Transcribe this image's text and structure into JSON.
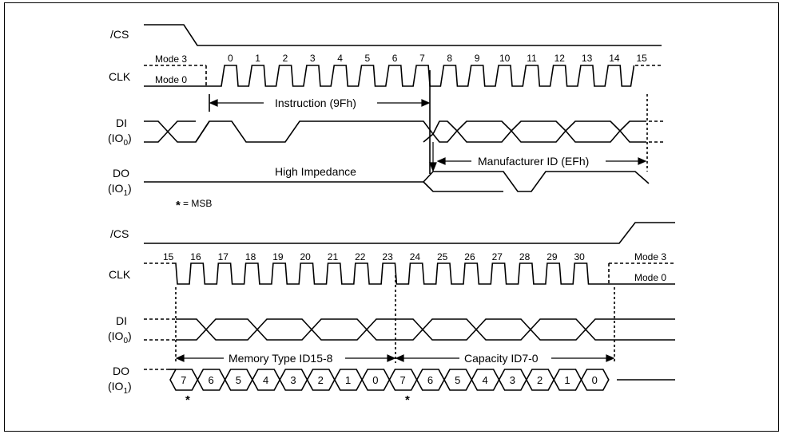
{
  "top": {
    "cs_label": "/CS",
    "clk_label": "CLK",
    "mode3": "Mode 3",
    "mode0": "Mode 0",
    "clk_numbers": [
      "0",
      "1",
      "2",
      "3",
      "4",
      "5",
      "6",
      "7",
      "8",
      "9",
      "10",
      "11",
      "12",
      "13",
      "14",
      "15"
    ],
    "di_label": "DI",
    "di_sub_prefix": "(IO",
    "di_sub_index": "0",
    "di_sub_suffix": ")",
    "do_label": "DO",
    "do_sub_prefix": "(IO",
    "do_sub_index": "1",
    "do_sub_suffix": ")",
    "instruction": "Instruction (9Fh)",
    "manufacturer": "Manufacturer ID (EFh)",
    "high_impedance": "High Impedance",
    "msb_star": "*",
    "msb_text": " = MSB"
  },
  "bottom": {
    "cs_label": "/CS",
    "clk_label": "CLK",
    "mode3": "Mode 3",
    "mode0": "Mode 0",
    "clk_numbers": [
      "15",
      "16",
      "17",
      "18",
      "19",
      "20",
      "21",
      "22",
      "23",
      "24",
      "25",
      "26",
      "27",
      "28",
      "29",
      "30"
    ],
    "di_label": "DI",
    "di_sub_prefix": "(IO",
    "di_sub_index": "0",
    "di_sub_suffix": ")",
    "do_label": "DO",
    "do_sub_prefix": "(IO",
    "do_sub_index": "1",
    "do_sub_suffix": ")",
    "memory_type": "Memory Type ID15-8",
    "capacity": "Capacity ID7-0",
    "bits": [
      "7",
      "6",
      "5",
      "4",
      "3",
      "2",
      "1",
      "0",
      "7",
      "6",
      "5",
      "4",
      "3",
      "2",
      "1",
      "0"
    ],
    "star_1": "*",
    "star_2": "*"
  }
}
